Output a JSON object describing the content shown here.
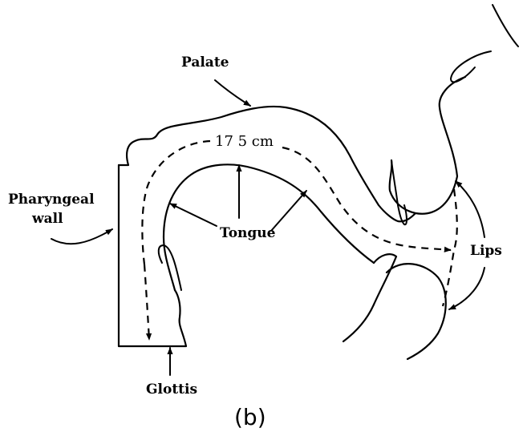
{
  "labels": {
    "palate": "Palate",
    "length": "17 5 cm",
    "pharyngeal_line1": "Pharyngeal",
    "pharyngeal_line2": "wall",
    "tongue": "Tongue",
    "lips": "Lips",
    "glottis": "Glottis",
    "caption": "(b)"
  },
  "colors": {
    "ink": "#000000",
    "background": "#ffffff"
  }
}
